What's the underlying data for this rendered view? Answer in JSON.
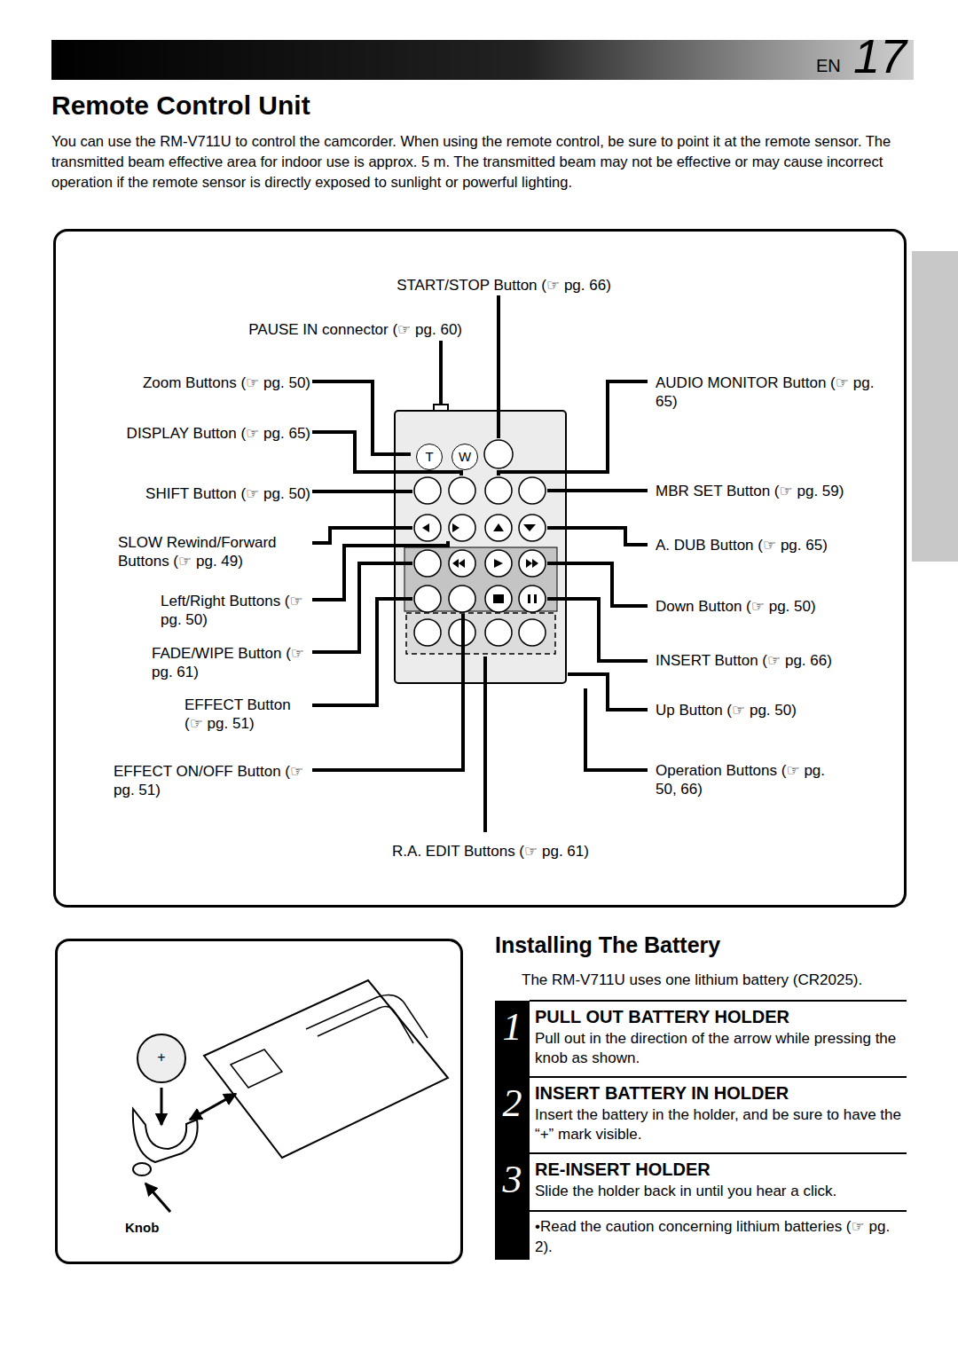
{
  "diagram": {
    "title": "Remote Control Unit",
    "nodes": [
      {
        "text": [
          "START/STOP Button (☞ pg. 66)",
          "PAUSE IN connector (☞ pg. 60)",
          "Zoom Buttons (☞ pg. 50)",
          "DISPLAY Button (☞ pg. 65)",
          "SHIFT Button (☞ pg. 50)",
          "SLOW Rewind/Forward Buttons (☞ pg. 49)",
          "Left/Right Buttons (☞ pg. 50)",
          "FADE/WIPE Button (☞ pg. 61)",
          "EFFECT Button (☞ pg. 51)",
          "EFFECT ON/OFF Button (☞ pg. 51)",
          "R.A. EDIT Buttons (☞ pg. 61)",
          "AUDIO MONITOR Button (☞ pg. 65)",
          "MBR SET Button (☞ pg. 59)",
          "A. DUB Button (☞ pg. 65)",
          "Down Button (☞ pg. 50)",
          "INSERT Button (☞ pg. 66)",
          "Up Button (☞ pg. 50)",
          "Operation Buttons (☞ pg. 50, 66)"
        ]
      },
      {
        "text": [
          "T"
        ],
        "in": 0
      },
      {
        "text": [
          "W"
        ],
        "in": 0
      },
      {
        "text": [
          "Knob"
        ]
      },
      {
        "text": [
          "1",
          "PULL OUT BATTERY HOLDER",
          "Pull out in the direction of the arrow while pressing the knob as shown."
        ]
      },
      {
        "text": [
          "2",
          "INSERT BATTERY IN HOLDER",
          "Insert the battery in the holder, and be sure to have the “+” mark visible."
        ]
      },
      {
        "text": [
          "3",
          "RE-INSERT HOLDER",
          "Slide the holder back in until you hear a click."
        ]
      }
    ],
    "labels": [
      "EN",
      "17",
      "You can use the RM-V711U to control the camcorder. When using the remote control, be sure to point it at the remote sensor. The transmitted beam effective area for indoor use is approx. 5 m. The transmitted beam may not be effective or may cause incorrect operation if the remote sensor is directly exposed to sunlight or powerful lighting.",
      "Installing The Battery",
      "The RM-V711U uses one lithium battery (CR2025).",
      "•Read the caution concerning lithium batteries (☞ pg. 2).",
      "+"
    ]
  }
}
